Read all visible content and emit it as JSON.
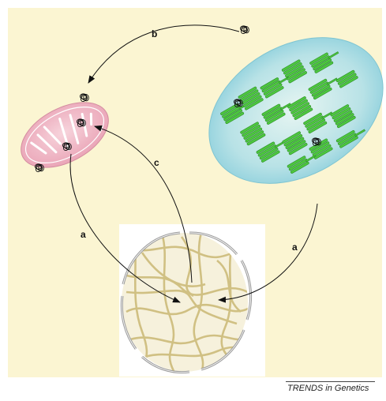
{
  "labels": {
    "b": "b",
    "c": "c",
    "a_left": "a",
    "a_right": "a"
  },
  "credit": {
    "journal_prefix": "TRENDS",
    "journal_suffix": " in Genetics"
  },
  "colors": {
    "background": "#fbf5d2",
    "mitochondrion_fill": "#f1b6c3",
    "mitochondrion_inner": "#ffffff",
    "chloroplast_fill": "#a9dbe4",
    "thylakoid_green": "#4dc63f",
    "nucleus_fill": "#f6f1dc",
    "chromatin": "#cdbb79",
    "arrow": "#111111"
  },
  "icons": [
    "mitochondrion",
    "chloroplast",
    "nucleus",
    "dna-coil-icon"
  ]
}
